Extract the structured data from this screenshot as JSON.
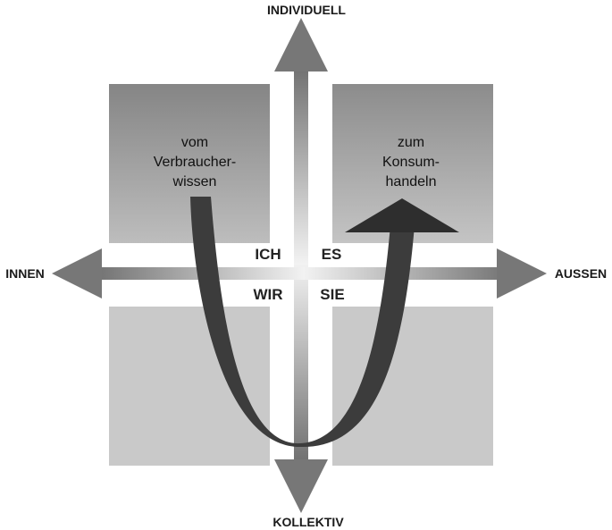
{
  "axes": {
    "top": "INDIVIDUELL",
    "bottom": "KOLLEKTIV",
    "left": "INNEN",
    "right": "AUSSEN"
  },
  "quadrants": {
    "top_left": "ICH",
    "top_right": "ES",
    "bottom_left": "WIR",
    "bottom_right": "SIE"
  },
  "boxes": {
    "top_left_text": [
      "vom",
      "Verbraucher-",
      "wissen"
    ],
    "top_right_text": [
      "zum",
      "Konsum-",
      "handeln"
    ]
  },
  "colors": {
    "box_top": "#8a8a8a",
    "box_bottom": "#c8c8c8",
    "arrow_dark": "#777777",
    "arrow_light": "#e0e0e0",
    "curve": "#3a3a3a"
  }
}
